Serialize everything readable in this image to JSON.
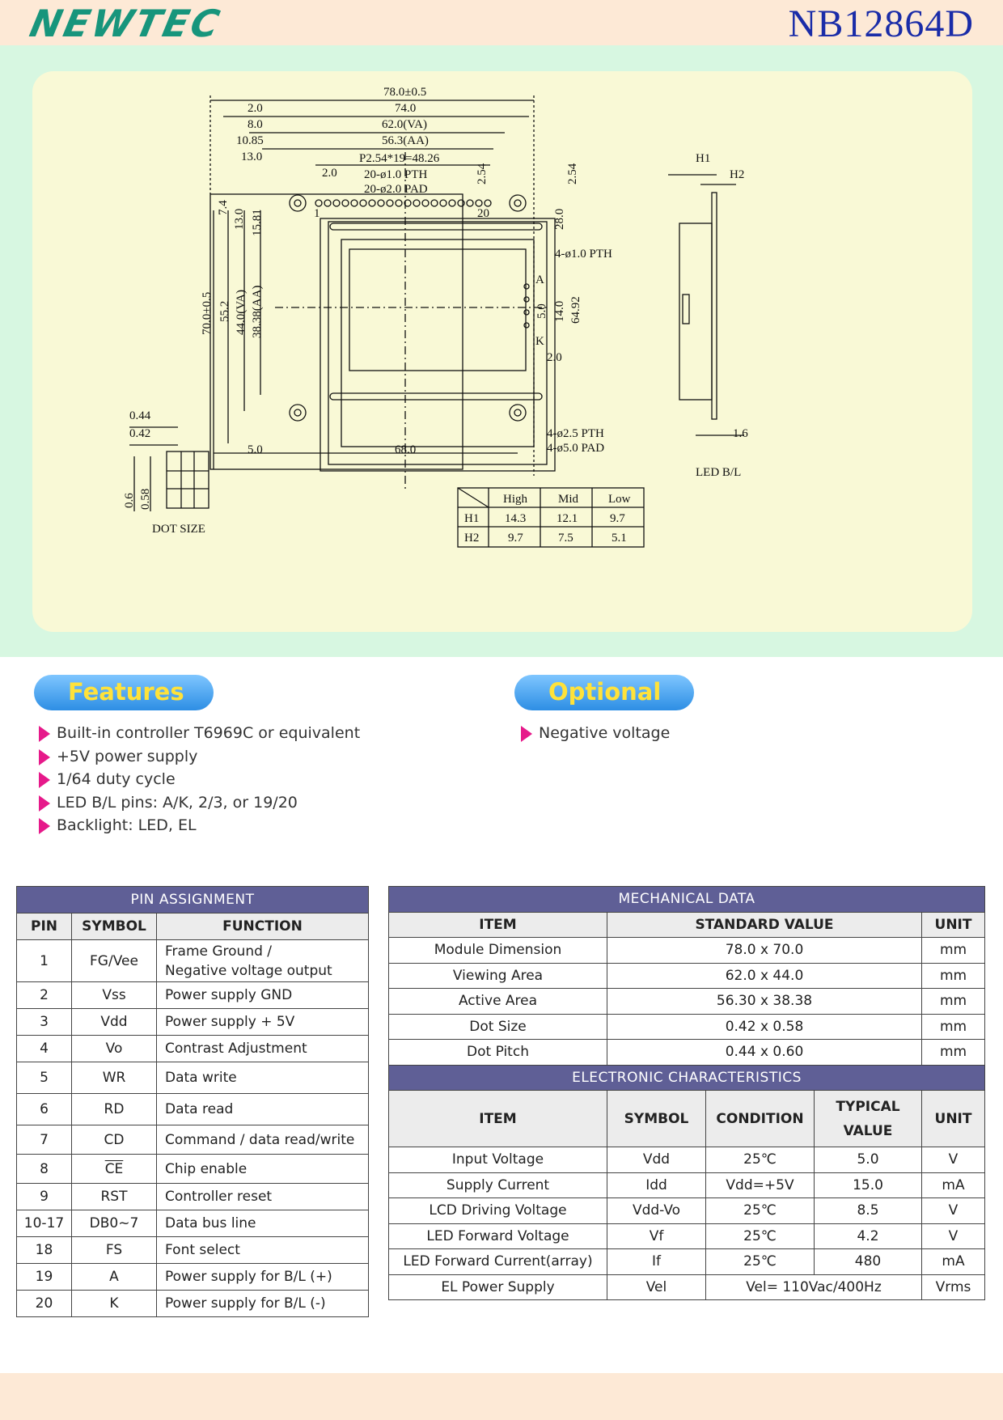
{
  "brand": "NEWTEC",
  "model": "NB12864D",
  "drawing": {
    "dims_top": [
      "78.0±0.5",
      "74.0",
      "62.0(VA)",
      "56.3(AA)",
      "P2.54*19=48.26"
    ],
    "dims_left_top": [
      "2.0",
      "8.0",
      "10.85",
      "13.0"
    ],
    "pth": "20-ø1.0 PTH",
    "pad": "20-ø2.0 PAD",
    "pitch_small": "2.0",
    "dim_254a": "2.54",
    "dim_254b": "2.54",
    "pin1": "1",
    "pin20": "20",
    "dims_vertical": [
      "7.4",
      "13.0",
      "15.81",
      "70.0±0.5",
      "55.2",
      "44.0(VA)",
      "38.38(AA)"
    ],
    "dim_28": "28.0",
    "dim_6492": "64.92",
    "dim_50": "5.0",
    "dim_140": "14.0",
    "dim_20b": "2.0",
    "pth4": "4-ø1.0 PTH",
    "anode": "A",
    "cathode": "K",
    "mount_pth": "4-ø2.5 PTH",
    "mount_pad": "4-ø5.0 PAD",
    "dim_50b": "5.0",
    "dim_680": "68.0",
    "dot_dims": [
      "0.44",
      "0.42",
      "0.6",
      "0.58"
    ],
    "dot_size": "DOT SIZE",
    "side_h1": "H1",
    "side_h2": "H2",
    "side_16": "1.6",
    "led_bl": "LED B/L",
    "h_table": {
      "headers": [
        "High",
        "Mid",
        "Low"
      ],
      "rows": [
        {
          "label": "H1",
          "values": [
            "14.3",
            "12.1",
            "9.7"
          ]
        },
        {
          "label": "H2",
          "values": [
            "9.7",
            "7.5",
            "5.1"
          ]
        }
      ]
    }
  },
  "features": {
    "title": "Features",
    "items": [
      "Built-in controller T6969C or equivalent",
      "+5V power supply",
      "1/64 duty cycle",
      "LED B/L pins: A/K, 2/3, or 19/20",
      "Backlight: LED, EL"
    ]
  },
  "optional": {
    "title": "Optional",
    "items": [
      "Negative voltage"
    ]
  },
  "pin_assignment": {
    "title": "PIN ASSIGNMENT",
    "headers": [
      "PIN",
      "SYMBOL",
      "FUNCTION"
    ],
    "rows": [
      {
        "pin": "1",
        "symbol": "FG/Vee",
        "function": "Frame Ground /",
        "function2": "Negative voltage output"
      },
      {
        "pin": "2",
        "symbol": "Vss",
        "function": "Power supply GND"
      },
      {
        "pin": "3",
        "symbol": "Vdd",
        "function": "Power supply + 5V"
      },
      {
        "pin": "4",
        "symbol": "Vo",
        "function": "Contrast Adjustment"
      },
      {
        "pin": "5",
        "symbol": "WR",
        "function": "Data write"
      },
      {
        "pin": "6",
        "symbol": "RD",
        "function": "Data read"
      },
      {
        "pin": "7",
        "symbol": "CD",
        "function": "Command / data read/write"
      },
      {
        "pin": "8",
        "symbol": "CE",
        "function": "Chip enable"
      },
      {
        "pin": "9",
        "symbol": "RST",
        "function": "Controller reset"
      },
      {
        "pin": "10-17",
        "symbol": "DB0~7",
        "function": "Data bus line"
      },
      {
        "pin": "18",
        "symbol": "FS",
        "function": "Font select"
      },
      {
        "pin": "19",
        "symbol": "A",
        "function": "Power supply for B/L (+)"
      },
      {
        "pin": "20",
        "symbol": "K",
        "function": "Power supply for B/L (-)"
      }
    ]
  },
  "mechanical": {
    "title": "MECHANICAL DATA",
    "headers": [
      "ITEM",
      "STANDARD VALUE",
      "UNIT"
    ],
    "rows": [
      {
        "item": "Module Dimension",
        "value": "78.0 x 70.0",
        "unit": "mm"
      },
      {
        "item": "Viewing Area",
        "value": "62.0 x 44.0",
        "unit": "mm"
      },
      {
        "item": "Active Area",
        "value": "56.30 x 38.38",
        "unit": "mm"
      },
      {
        "item": "Dot Size",
        "value": "0.42 x 0.58",
        "unit": "mm"
      },
      {
        "item": "Dot Pitch",
        "value": "0.44 x 0.60",
        "unit": "mm"
      }
    ]
  },
  "electronic": {
    "title": "ELECTRONIC CHARACTERISTICS",
    "headers": [
      "ITEM",
      "SYMBOL",
      "CONDITION",
      "TYPICAL",
      "VALUE",
      "UNIT"
    ],
    "rows": [
      {
        "item": "Input Voltage",
        "symbol": "Vdd",
        "condition": "25℃",
        "value": "5.0",
        "unit": "V"
      },
      {
        "item": "Supply Current",
        "symbol": "Idd",
        "condition": "Vdd=+5V",
        "value": "15.0",
        "unit": "mA"
      },
      {
        "item": "LCD Driving Voltage",
        "symbol": "Vdd-Vo",
        "condition": "25℃",
        "value": "8.5",
        "unit": "V"
      },
      {
        "item": "LED Forward Voltage",
        "symbol": "Vf",
        "condition": "25℃",
        "value": "4.2",
        "unit": "V"
      },
      {
        "item": "LED Forward Current(array)",
        "symbol": "If",
        "condition": "25℃",
        "value": "480",
        "unit": "mA"
      },
      {
        "item": "EL Power Supply",
        "symbol": "Vel",
        "condition": "Vel= 110Vac/400Hz",
        "unit": "Vrms"
      }
    ]
  }
}
